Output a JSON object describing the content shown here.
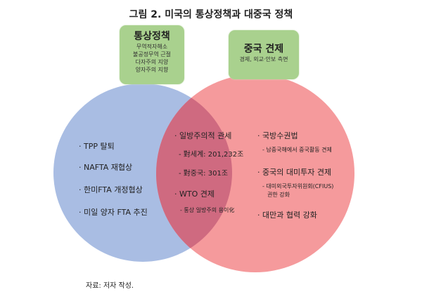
{
  "title": "그림 2. 미국의 통상정책과 대중국 정책",
  "left_box": {
    "heading": "통상정책",
    "lines": [
      "무역적자해소",
      "불공정무역 근절",
      "다자주의 지양",
      "양자주의 지향"
    ]
  },
  "right_box": {
    "heading": "중국 견제",
    "sub": "경제, 외교·안보 측면"
  },
  "left_items": [
    "· TPP 탈퇴",
    "· NAFTA 재협상",
    "· 한미FTA 개정협상",
    "· 미일 양자 FTA 추진"
  ],
  "center_items": {
    "a": "· 일방주의적 관세",
    "a1": "- 對세계: 201,232조",
    "a2": "- 對중국: 301조",
    "b": "· WTO 견제",
    "b1": "- 통상 일방주의 용이化"
  },
  "right_items": {
    "a": "· 국방수권법",
    "a1": "- 남중국해에서 중국활동 견제",
    "b": "· 중국의 대미투자 견제",
    "b1": "- 대미외국투자위원회(CFIUS)",
    "b2": "권한 강화",
    "c": "· 대만과 협력 강화"
  },
  "source": "자료: 저자 작성.",
  "colors": {
    "blue": "#a9bde3",
    "red": "#f59a9c",
    "overlap": "#cf6a80",
    "green": "#a9d18e"
  }
}
